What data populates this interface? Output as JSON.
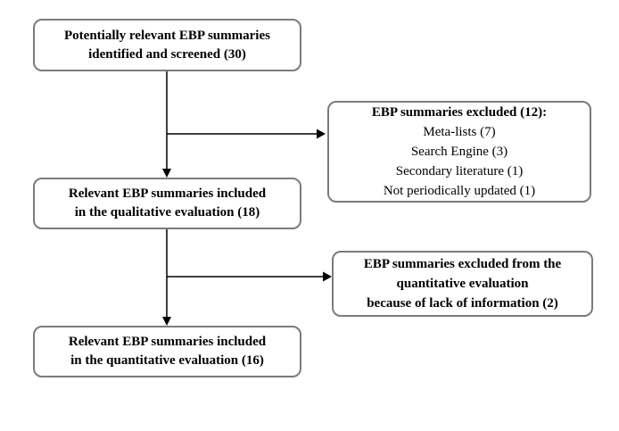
{
  "flowchart": {
    "kind": "screening-flow-diagram",
    "boxes": {
      "identified": {
        "text": "Potentially relevant EBP summaries\nidentified and screened (30)"
      },
      "excluded_qualitative": {
        "heading": "EBP summaries excluded (12):",
        "items": [
          "Meta-lists (7)",
          "Search Engine (3)",
          "Secondary literature (1)",
          "Not periodically updated (1)"
        ]
      },
      "qualitative": {
        "text": "Relevant EBP summaries included\nin the qualitative evaluation (18)"
      },
      "excluded_quantitative": {
        "text": "EBP summaries excluded from the\nquantitative evaluation\nbecause of lack of information (2)"
      },
      "quantitative": {
        "text": "Relevant EBP summaries included\nin the quantitative evaluation (16)"
      }
    },
    "counts": {
      "identified_and_screened": 30,
      "excluded_from_qualitative": 12,
      "meta_lists": 7,
      "search_engine": 3,
      "secondary_literature": 1,
      "not_periodically_updated": 1,
      "included_qualitative": 18,
      "excluded_from_quantitative": 2,
      "included_quantitative": 16
    },
    "colors": {
      "box_border": "#7b7b7b",
      "text": "#000000",
      "arrow": "#000000",
      "background": "#ffffff"
    }
  }
}
